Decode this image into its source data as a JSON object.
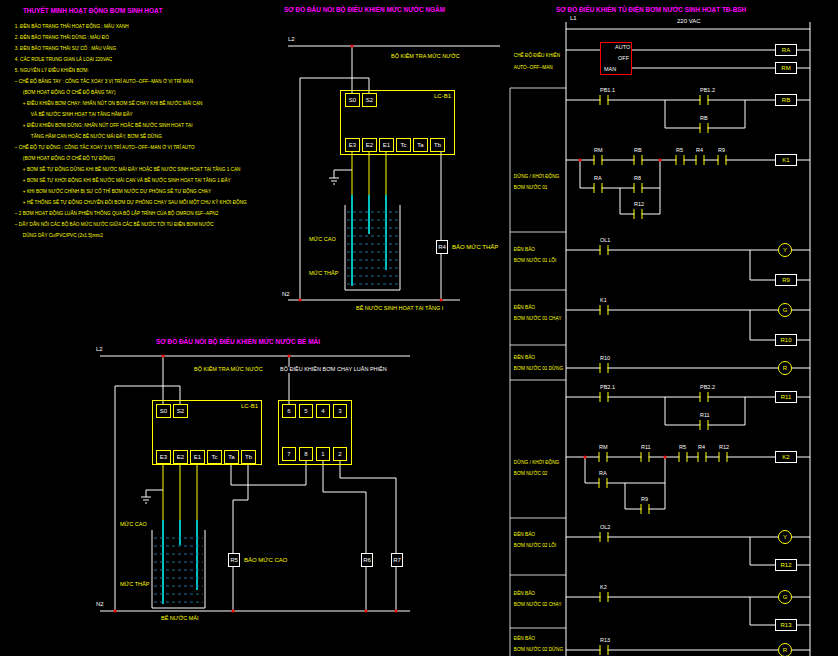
{
  "diagram": {
    "nodes": [
      {
        "text": [
          "LC-B1"
        ]
      },
      {
        "text": [
          "S0"
        ],
        "in": 0
      },
      {
        "text": [
          "S2"
        ],
        "in": 0
      },
      {
        "text": [
          "E3"
        ],
        "in": 0
      },
      {
        "text": [
          "E2"
        ],
        "in": 0
      },
      {
        "text": [
          "E1"
        ],
        "in": 0
      },
      {
        "text": [
          "Tc"
        ],
        "in": 0
      },
      {
        "text": [
          "Ta"
        ],
        "in": 0
      },
      {
        "text": [
          "Tb"
        ],
        "in": 0
      },
      {
        "text": [
          "R4",
          "BÁO MỨC THẤP"
        ]
      },
      {
        "text": [
          "LC-B1"
        ]
      },
      {
        "text": [
          "S0"
        ],
        "in": 10
      },
      {
        "text": [
          "S2"
        ],
        "in": 10
      },
      {
        "text": [
          "E3"
        ],
        "in": 10
      },
      {
        "text": [
          "E2"
        ],
        "in": 10
      },
      {
        "text": [
          "E1"
        ],
        "in": 10
      },
      {
        "text": [
          "Tc"
        ],
        "in": 10
      },
      {
        "text": [
          "Ta"
        ],
        "in": 10
      },
      {
        "text": [
          "Tb"
        ],
        "in": 10
      },
      {
        "text": [
          "BỘ ĐIỀU KHIỂN BƠM CHẠY LUÂN PHIÊN"
        ]
      },
      {
        "text": [
          "6"
        ],
        "in": 19
      },
      {
        "text": [
          "5"
        ],
        "in": 19
      },
      {
        "text": [
          "4"
        ],
        "in": 19
      },
      {
        "text": [
          "3"
        ],
        "in": 19
      },
      {
        "text": [
          "7"
        ],
        "in": 19
      },
      {
        "text": [
          "8"
        ],
        "in": 19
      },
      {
        "text": [
          "1"
        ],
        "in": 19
      },
      {
        "text": [
          "2"
        ],
        "in": 19
      },
      {
        "text": [
          "R5",
          "BÁO MỨC CAO"
        ]
      },
      {
        "text": [
          "R6"
        ]
      },
      {
        "text": [
          "R7"
        ]
      },
      {
        "text": [
          "AUTO",
          "OFF",
          "MAN"
        ]
      },
      {
        "text": [
          "RA"
        ]
      },
      {
        "text": [
          "RM"
        ]
      },
      {
        "text": [
          "RB"
        ]
      },
      {
        "text": [
          "K1"
        ]
      },
      {
        "text": [
          "Y"
        ]
      },
      {
        "text": [
          "R9"
        ]
      },
      {
        "text": [
          "G"
        ]
      },
      {
        "text": [
          "R10"
        ]
      },
      {
        "text": [
          "R"
        ]
      },
      {
        "text": [
          "R11"
        ]
      },
      {
        "text": [
          "K2"
        ]
      },
      {
        "text": [
          "Y"
        ]
      },
      {
        "text": [
          "R12"
        ]
      },
      {
        "text": [
          "G"
        ]
      },
      {
        "text": [
          "R13"
        ]
      },
      {
        "text": [
          "R"
        ]
      }
    ],
    "edges": [
      {
        "from": 31,
        "to": 32,
        "arrow": "none"
      },
      {
        "from": 31,
        "to": 33,
        "arrow": "none"
      },
      {
        "from": 8,
        "to": 9,
        "arrow": "none"
      },
      {
        "from": 18,
        "to": 28,
        "arrow": "none"
      },
      {
        "from": 17,
        "to": 25,
        "arrow": "none"
      },
      {
        "from": 26,
        "to": 29,
        "arrow": "none"
      },
      {
        "from": 27,
        "to": 30,
        "arrow": "none"
      }
    ],
    "labels": [
      "THUYẾT MINH HOẠT ĐỘNG BƠM SINH HOẠT",
      "1. ĐÈN BÁO TRẠNG THÁI HOẠT ĐỘNG : MÀU XANH",
      "2. ĐÈN BÁO TRẠNG THÁI DỪNG : MÀU ĐỎ",
      "3. ĐÈN BÁO TRẠNG THÁI SỰ CỐ : MÀU VÀNG",
      "4. CÁC RƠLE TRUNG GIAN LÀ LOẠI 220VAC",
      "5. NGUYÊN LÝ ĐIỀU KHIỂN BƠM:",
      "– CHẾ ĐỘ BẰNG TAY : CÔNG TẮC XOAY 3 VỊ TRÍ AUTO--OFF--MAN Ở VỊ TRÍ MAN",
      "(BƠM HOẠT ĐỘNG Ở CHẾ ĐỘ BẰNG TAY)",
      "+ ĐIỀU KHIỂN BƠM CHẠY: NHẤN NÚT ON BƠM SẼ CHẠY KHI BỂ NƯỚC MÁI CẠN",
      "VÀ BỂ NƯỚC SINH HOẠT TẠI TẦNG HẦM ĐẦY",
      "+ ĐIỀU KHIỂN BƠM DỪNG: NHẤN NÚT OFF HOẶC BỂ NƯỚC SINH HOẠT TẠI",
      "TẦNG HẦM CẠN HOẶC BỂ NƯỚC MÁI ĐẦY, BƠM SẼ DỪNG",
      "– CHẾ ĐỘ TỰ ĐỘNG : CÔNG TẮC XOAY 3 VỊ TRÍ AUTO--OFF--MAN Ở VỊ TRÍ AUTO",
      "(BƠM HOẠT ĐỘNG Ở CHẾ ĐỘ TỰ ĐỘNG)",
      "+ BƠM SẼ TỰ ĐỘNG DỪNG KHI BỂ NƯỚC MÁI ĐẦY HOẶC BỂ NƯỚC SINH HOẠT TẠI TẦNG 1 CẠN",
      "+ BƠM SẼ TỰ KHỞI ĐỘNG KHI BỂ NƯỚC MÁI CẠN VÀ BỂ NƯỚC SINH HOẠT TẠI TẦNG 1 ĐẦY",
      "+ KHI BƠM NƯỚC CHÍNH BỊ SỰ CỐ THÌ BƠM NƯỚC DỰ PHÒNG SẼ TỰ ĐỘNG CHẠY",
      "+ HỆ THỐNG SẼ TỰ ĐỘNG CHUYỂN ĐỔI BƠM DỰ PHÒNG CHẠY SAU MỖI MỘT CHU KỲ KHỞI ĐỘNG",
      "– 2 BƠM HOẠT ĐỘNG LUÂN PHIÊN THÔNG QUA BỘ LẬP TRÌNH CỦA BỘ OMRON 61F--APN2",
      "– DÂY DẪN NỐI CÁC BỘ BÁO MỨC NƯỚC GIỮA CÁC BỂ NƯỚC TỚI TỦ ĐIỆN BƠM NƯỚC",
      "DÙNG DÂY Cu/PVC/PVC (2x1.5)mm2",
      "SƠ ĐỒ ĐẤU NỐI BỘ ĐIỀU KHIỂN MỨC NƯỚC NGẦM",
      "L2",
      "BỘ KIỂM TRA MỨC NƯỚC",
      "MỨC CAO",
      "MỨC THẤP",
      "N2",
      "BỂ NƯỚC SINH HOẠT TẠI TẦNG I",
      "SƠ ĐỒ ĐẤU NỐI BỘ ĐIỀU KHIỂN MỨC NƯỚC BỂ MÁI",
      "L2",
      "BỘ KIỂM TRA MỨC NƯỚC",
      "MỨC CAO",
      "MỨC THẤP",
      "N2",
      "BỂ NƯỚC MÁI",
      "SƠ ĐỒ ĐIỀU KHIỂN TỦ ĐIỆN BƠM NƯỚC SINH HOẠT TĐ-BSH",
      "L1",
      "220 VAC",
      "CHẾ ĐỘ ĐIỀU KHIỂN",
      "AUTO--OFF--MAN",
      "DỪNG / KHỞI ĐỘNG",
      "BƠM NƯỚC 01",
      "ĐÈN BÁO",
      "BƠM NƯỚC 01 LỖI",
      "ĐÈN BÁO",
      "BƠM NƯỚC 01 CHẠY",
      "ĐÈN BÁO",
      "BƠM NƯỚC 01 DỪNG",
      "DỪNG / KHỞI ĐỘNG",
      "BƠM NƯỚC 02",
      "ĐÈN BÁO",
      "BƠM NƯỚC 02 LỖI",
      "ĐÈN BÁO",
      "BƠM NƯỚC 02 CHẠY",
      "ĐÈN BÁO",
      "BƠM NƯỚC 02 DỪNG",
      "PB1.1",
      "PB1.2",
      "RB",
      "RM",
      "RB",
      "R5",
      "R4",
      "R9",
      "RA",
      "R8",
      "R12",
      "OL1",
      "K1",
      "R10",
      "PB2.1",
      "PB2.2",
      "R11",
      "RM",
      "R11",
      "R5",
      "R4",
      "R12",
      "RA",
      "R9",
      "OL2",
      "K2",
      "R13"
    ]
  }
}
